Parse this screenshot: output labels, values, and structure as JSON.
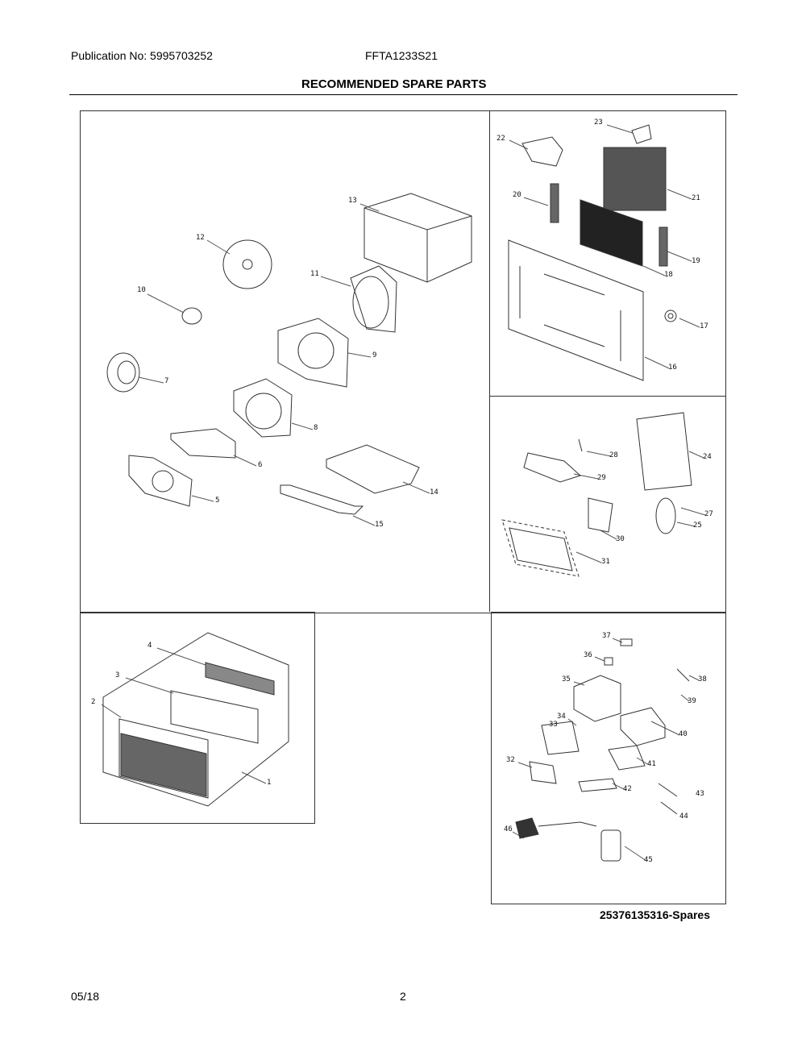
{
  "header": {
    "publication": "Publication No: 5995703252",
    "model": "FFTA1233S21",
    "title": "RECOMMENDED SPARE PARTS"
  },
  "callouts": {
    "main": [
      "13",
      "12",
      "11",
      "10",
      "9",
      "7",
      "8",
      "6",
      "14",
      "5",
      "15"
    ],
    "grille": [
      "22",
      "23",
      "20",
      "21",
      "19",
      "18",
      "17",
      "16"
    ],
    "sealed": [
      "28",
      "24",
      "29",
      "27",
      "25",
      "30",
      "31"
    ],
    "front": [
      "4",
      "3",
      "2",
      "1"
    ],
    "electrical": [
      "37",
      "36",
      "38",
      "35",
      "39",
      "34",
      "33",
      "40",
      "32",
      "41",
      "42",
      "43",
      "46",
      "44",
      "45"
    ]
  },
  "diagram_ref": "25376135316-Spares",
  "footer": {
    "date": "05/18",
    "page": "2"
  }
}
